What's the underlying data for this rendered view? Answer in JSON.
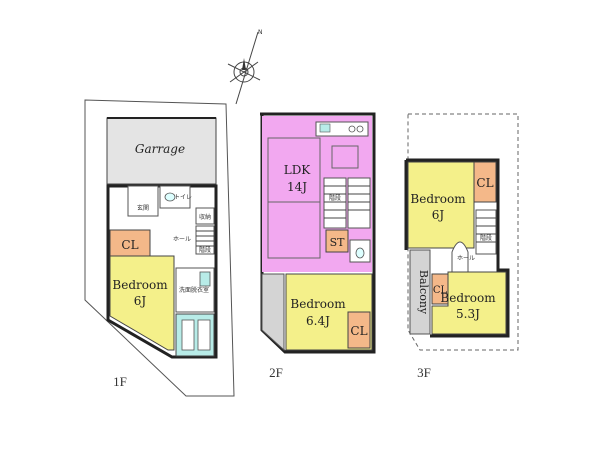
{
  "floors": {
    "f1": {
      "label": "1F",
      "garage": "Garrage",
      "cl": "CL",
      "bedroom_name": "Bedroom",
      "bedroom_size": "6J",
      "entrance": "玄関",
      "hall": "ホール",
      "wc": "トイレ",
      "storage": "収納",
      "washroom": "洗面脱衣室",
      "stairs": "階段"
    },
    "f2": {
      "label": "2F",
      "ldk_name": "LDK",
      "ldk_size": "14J",
      "st": "ST",
      "cl": "CL",
      "bedroom_name": "Bedroom",
      "bedroom_size": "6.4J",
      "stairs": "階段",
      "wc": "トイレ"
    },
    "f3": {
      "label": "3F",
      "cl_top": "CL",
      "bedroom1_name": "Bedroom",
      "bedroom1_size": "6J",
      "balcony": "Balcony",
      "hall": "ホール",
      "stairs": "階段",
      "cl_bottom": "CL",
      "bedroom2_name": "Bedroom",
      "bedroom2_size": "5.3J"
    }
  },
  "compass": {
    "north": "N"
  },
  "colors": {
    "bedroom": "#f4f08a",
    "closet": "#f4b889",
    "ldk": "#f2a8f0",
    "garage": "#e4e4e4",
    "wet": "#b8ece8",
    "balcony": "#d4d4d4",
    "wall": "#222222"
  }
}
